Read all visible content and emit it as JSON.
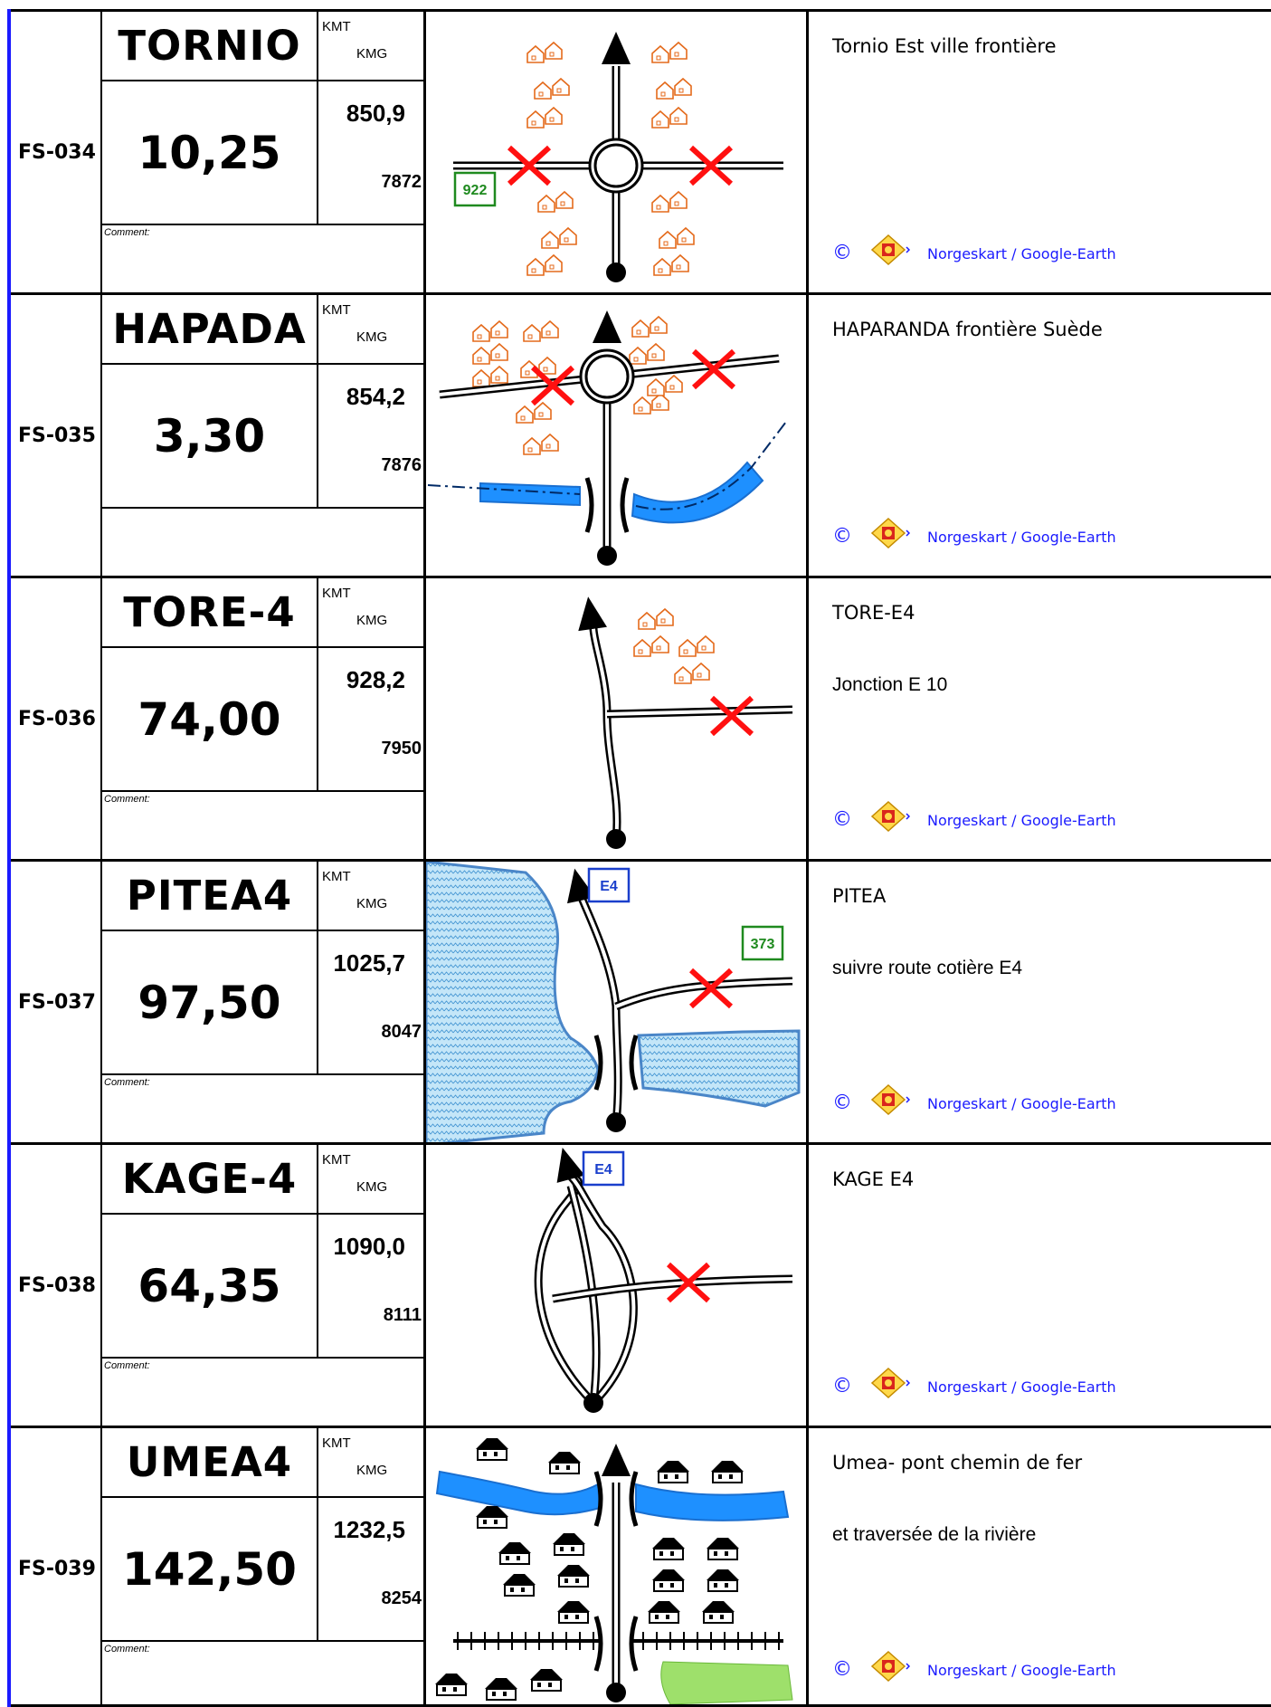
{
  "units": {
    "kmt": "KMT",
    "kmg": "KMG"
  },
  "comment_label": "Comment:",
  "credit": {
    "symbol": "©",
    "source": "Norgeskart / Google-Earth"
  },
  "rows": [
    {
      "id": "FS-034",
      "name": "TORNIO",
      "dist": "10,25",
      "kmt": "850,9",
      "kmg": "7872",
      "comment": true,
      "note1": "Tornio Est ville frontière",
      "note2": "",
      "map": {
        "signs": [
          "922"
        ]
      }
    },
    {
      "id": "FS-035",
      "name": "HAPADA",
      "dist": "3,30",
      "kmt": "854,2",
      "kmg": "7876",
      "comment": false,
      "note1": "HAPARANDA  frontière Suède",
      "note2": "",
      "map": {
        "signs": []
      }
    },
    {
      "id": "FS-036",
      "name": "TORE-4",
      "dist": "74,00",
      "kmt": "928,2",
      "kmg": "7950",
      "comment": true,
      "note1": "TORE-E4",
      "note2": "Jonction E 10",
      "map": {
        "signs": []
      }
    },
    {
      "id": "FS-037",
      "name": "PITEA4",
      "dist": "97,50",
      "kmt": "1025,7",
      "kmg": "8047",
      "comment": true,
      "note1": "PITEA",
      "note2": "suivre route cotière  E4",
      "map": {
        "signs": [
          "E4",
          "373"
        ]
      }
    },
    {
      "id": "FS-038",
      "name": "KAGE-4",
      "dist": "64,35",
      "kmt": "1090,0",
      "kmg": "8111",
      "comment": true,
      "note1": "KAGE E4",
      "note2": "",
      "map": {
        "signs": [
          "E4"
        ]
      }
    },
    {
      "id": "FS-039",
      "name": "UMEA4",
      "dist": "142,50",
      "kmt": "1232,5",
      "kmg": "8254",
      "comment": true,
      "note1": "Umea- pont chemin de fer",
      "note2": "et traversée de la rivière",
      "map": {
        "signs": []
      }
    }
  ]
}
